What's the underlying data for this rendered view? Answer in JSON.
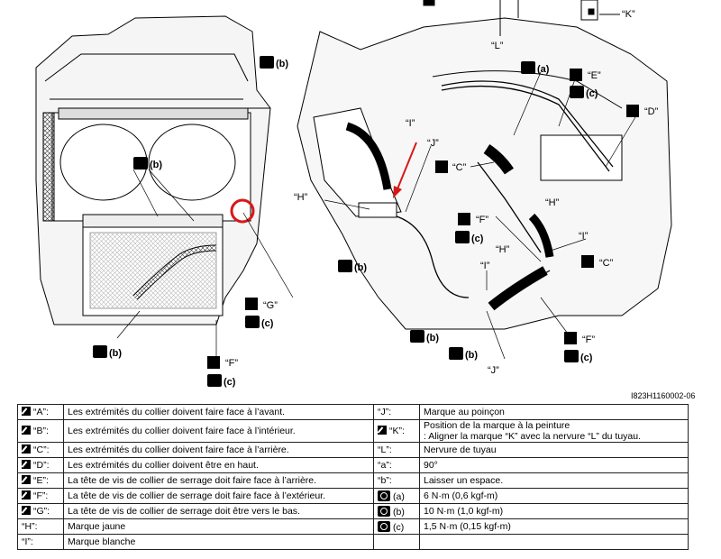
{
  "diagram": {
    "callouts": {
      "b": "(b)",
      "a": "(a)",
      "c": "(c)",
      "E": "“E”",
      "D": "“D”",
      "C": "“C”",
      "H": "“H”",
      "I": "“I”",
      "J": "“J”",
      "F": "“F”",
      "G": "“G”",
      "K": "“K”",
      "L": "“L”"
    },
    "highlight_color": "#d81818",
    "ref_code": "I823H1160002-06"
  },
  "legend": {
    "rows": [
      {
        "lk": "“A”:",
        "lt": "Les extrémités du collier doivent faire face à l’avant.",
        "rk": "“J”:",
        "rt": "Marque au poinçon",
        "ri": "none"
      },
      {
        "lk": "“B”:",
        "lt": "Les extrémités du collier doivent faire face à l’intérieur.",
        "rk": "“K”:",
        "rt": "Position de la marque à la peinture",
        "rt2": ": Aligner la marque “K” avec la nervure “L” du tuyau.",
        "ri": "wr"
      },
      {
        "lk": "“C”:",
        "lt": "Les extrémités du collier doivent faire face à l’arrière.",
        "rk": "“L”:",
        "rt": "Nervure de tuyau",
        "ri": "none"
      },
      {
        "lk": "“D”:",
        "lt": "Les extrémités du collier doivent être en haut.",
        "rk": "“a”:",
        "rt": "90°",
        "ri": "none"
      },
      {
        "lk": "“E”:",
        "lt": "La tête de vis de collier de serrage doit faire face à l’arrière.",
        "rk": "“b”:",
        "rt": "Laisser un espace.",
        "ri": "none"
      },
      {
        "lk": "“F”:",
        "lt": "La tête de vis de collier de serrage doit faire face à l’extérieur.",
        "rk": "(a)",
        "rt": "6 N·m (0,6 kgf-m)",
        "ri": "tq"
      },
      {
        "lk": "“G”:",
        "lt": "La tête de vis de collier de serrage doit être vers le bas.",
        "rk": "(b)",
        "rt": "10 N·m (1,0 kgf-m)",
        "ri": "tq"
      },
      {
        "lk": "“H”:",
        "lt": "Marque jaune",
        "li": "none",
        "rk": "(c)",
        "rt": "1,5 N·m (0,15 kgf-m)",
        "ri": "tq"
      },
      {
        "lk": "“I”:",
        "lt": "Marque blanche",
        "li": "none",
        "rk": "",
        "rt": "",
        "ri": "none"
      }
    ]
  }
}
